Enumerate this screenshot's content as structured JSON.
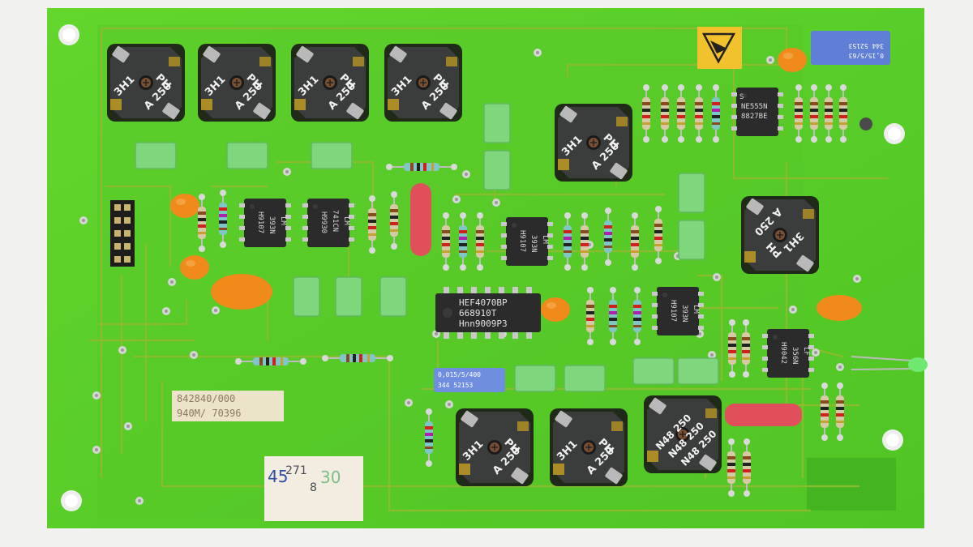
{
  "inductor_label": {
    "core": "3H1",
    "type": "PH",
    "value": "A 250"
  },
  "inductor_alt_label": {
    "value": "N48 250"
  },
  "chips": {
    "u1": {
      "l1": "LM",
      "l2": "393N",
      "l3": "H9107"
    },
    "u2": {
      "l1": "LM",
      "l2": "741CN",
      "l3": "H9930"
    },
    "u3": {
      "l1": "LM",
      "l2": "393N",
      "l3": "H9107"
    },
    "u4": {
      "l1": "LM",
      "l2": "393N",
      "l3": "H9107"
    },
    "u5": {
      "l1": "LF",
      "l2": "356N",
      "l3": "H9042"
    },
    "u6": {
      "l1": "NE555N",
      "l2": "8827BE",
      "l3": "S"
    },
    "hef": {
      "l1": "HEF4070BP",
      "l2": "668910T",
      "l3": "Hnn9009P3"
    }
  },
  "board_label": {
    "line1": "842840/000",
    "line2": "940M/ 70396"
  },
  "blue_cap_bottom": {
    "line1": "0,015/5/400",
    "line2": "344 52153"
  },
  "blue_cap_top": {
    "line1": "0,15/5/63",
    "line2": "344 52153"
  },
  "handwritten": {
    "a": "271",
    "b": "45",
    "c": "8",
    "d": "30"
  },
  "colors": {
    "pcb": "#5fd22a",
    "pcb_dark": "#3fa51c",
    "trace": "#8db833",
    "chip": "#2a2a2a",
    "inductor": "#3a3a3a",
    "tantalum": "#f08a1a",
    "film_cap": "#7ed67a",
    "red_cap": "#e0505a",
    "warning": "#f2c12e"
  }
}
